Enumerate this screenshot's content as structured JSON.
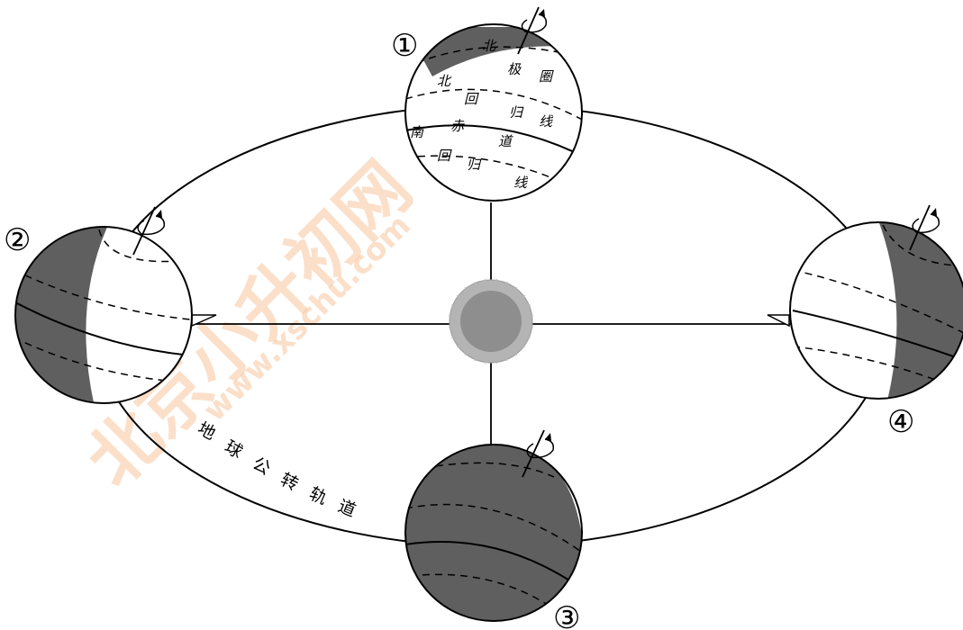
{
  "diagram": {
    "positions": {
      "p1": "①",
      "p2": "②",
      "p3": "③",
      "p4": "④"
    },
    "globe_labels": {
      "arctic_circle": [
        "北",
        "极",
        "圈"
      ],
      "tropic_cancer": [
        "北",
        "回",
        "归",
        "线"
      ],
      "equator": [
        "赤",
        "道"
      ],
      "tropic_capricorn": [
        "南",
        "回",
        "归",
        "线"
      ]
    },
    "orbit_label": [
      "地",
      "球",
      "公",
      "转",
      "轨",
      "道"
    ],
    "watermark": {
      "text_cn": "北京小升初网",
      "text_url": "www.xschu.com"
    },
    "colors": {
      "night_side": "#5f5f5f",
      "sun": "#8e8e8e",
      "sun_rays": "#b4b4b4",
      "line": "#000000",
      "watermark": "#f7b98a"
    }
  }
}
